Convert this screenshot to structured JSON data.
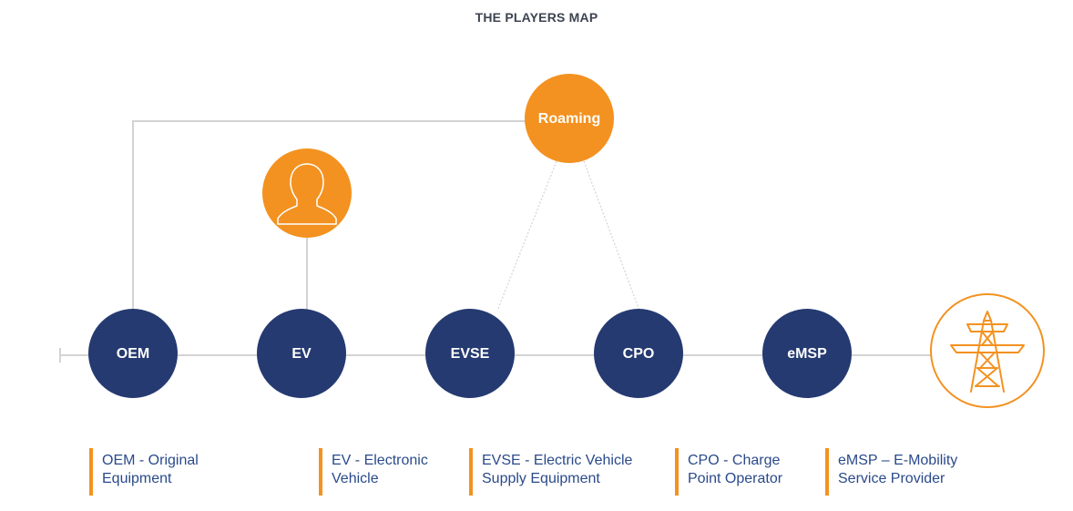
{
  "title": "THE PLAYERS MAP",
  "colors": {
    "node_blue": "#253a71",
    "accent_orange": "#f39220",
    "line_gray": "#d0d0d0",
    "legend_text": "#2a4a8a"
  },
  "nodes": {
    "oem": "OEM",
    "ev": "EV",
    "evse": "EVSE",
    "cpo": "CPO",
    "emsp": "eMSP",
    "roaming": "Roaming"
  },
  "icons": {
    "person": "person-icon",
    "power_tower": "power-tower-icon"
  },
  "legend": [
    {
      "line1": "OEM - Original",
      "line2": "Equipment"
    },
    {
      "line1": "EV - Electronic",
      "line2": "Vehicle"
    },
    {
      "line1": "EVSE - Electric Vehicle",
      "line2": "Supply Equipment"
    },
    {
      "line1": "CPO - Charge",
      "line2": "Point Operator"
    },
    {
      "line1": "eMSP – E-Mobility",
      "line2": "Service Provider"
    }
  ]
}
